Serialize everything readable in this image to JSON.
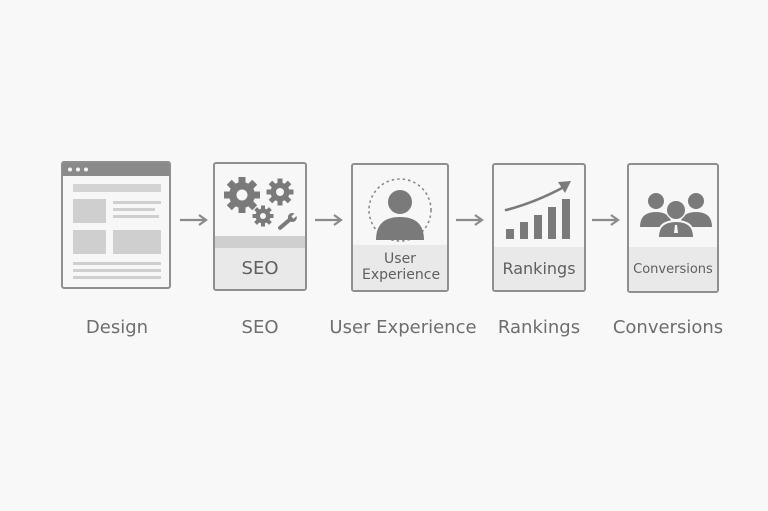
{
  "steps": [
    {
      "id": "design",
      "label": "Design",
      "box_text": "",
      "icon": "browser-wireframe-icon"
    },
    {
      "id": "seo",
      "label": "SEO",
      "box_text": "SEO",
      "icon": "gears-wrench-icon"
    },
    {
      "id": "ux",
      "label": "User Experience",
      "box_text": "User Experience",
      "icon": "user-avatar-icon"
    },
    {
      "id": "rankings",
      "label": "Rankings",
      "box_text": "Rankings",
      "icon": "bar-chart-trend-icon"
    },
    {
      "id": "conversions",
      "label": "Conversions",
      "box_text": "Conversions",
      "icon": "user-group-icon"
    }
  ],
  "colors": {
    "background": "#f8f8f9",
    "stroke": "#8f8f8f",
    "icon": "#7a7a7a",
    "band": "#e9e9e9",
    "text": "#6e6e6e"
  }
}
